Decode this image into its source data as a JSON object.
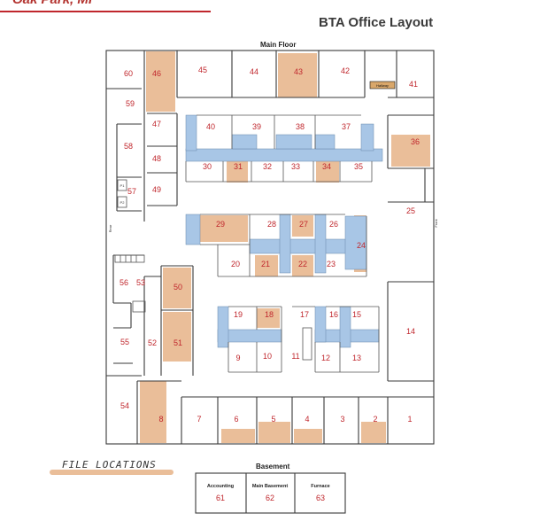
{
  "header": {
    "top_fragment": "Oak Park, MI",
    "title": "BTA Office Layout",
    "floor_title": "Main Floor"
  },
  "legend": {
    "label": "FILE LOCATIONS"
  },
  "labels": {
    "hallway": "Hallway",
    "rear": "Rear",
    "front": "Front",
    "p1": "P1",
    "p2": "P2"
  },
  "basement": {
    "title": "Basement",
    "rooms": [
      {
        "name": "Accounting",
        "number": "61"
      },
      {
        "name": "Main Basement",
        "number": "62"
      },
      {
        "name": "Furnace",
        "number": "63"
      }
    ]
  },
  "rooms": [
    {
      "id": "60",
      "file": false
    },
    {
      "id": "46",
      "file": true
    },
    {
      "id": "45",
      "file": false
    },
    {
      "id": "44",
      "file": false
    },
    {
      "id": "43",
      "file": true
    },
    {
      "id": "42",
      "file": false
    },
    {
      "id": "41",
      "file": false
    },
    {
      "id": "59",
      "file": false
    },
    {
      "id": "47",
      "file": false
    },
    {
      "id": "40",
      "file": false
    },
    {
      "id": "39",
      "file": false
    },
    {
      "id": "38",
      "file": false
    },
    {
      "id": "37",
      "file": false
    },
    {
      "id": "36",
      "file": true
    },
    {
      "id": "58",
      "file": false
    },
    {
      "id": "48",
      "file": false
    },
    {
      "id": "30",
      "file": false
    },
    {
      "id": "31",
      "file": true
    },
    {
      "id": "32",
      "file": false
    },
    {
      "id": "33",
      "file": false
    },
    {
      "id": "34",
      "file": true
    },
    {
      "id": "35",
      "file": false
    },
    {
      "id": "57",
      "file": false
    },
    {
      "id": "49",
      "file": false
    },
    {
      "id": "25",
      "file": false
    },
    {
      "id": "29",
      "file": true
    },
    {
      "id": "28",
      "file": false
    },
    {
      "id": "27",
      "file": true
    },
    {
      "id": "26",
      "file": false
    },
    {
      "id": "24",
      "file": true
    },
    {
      "id": "20",
      "file": false
    },
    {
      "id": "21",
      "file": true
    },
    {
      "id": "22",
      "file": true
    },
    {
      "id": "23",
      "file": false
    },
    {
      "id": "56",
      "file": false
    },
    {
      "id": "53",
      "file": false
    },
    {
      "id": "50",
      "file": true
    },
    {
      "id": "19",
      "file": false
    },
    {
      "id": "18",
      "file": true
    },
    {
      "id": "17",
      "file": false
    },
    {
      "id": "16",
      "file": false
    },
    {
      "id": "15",
      "file": false
    },
    {
      "id": "55",
      "file": false
    },
    {
      "id": "52",
      "file": false
    },
    {
      "id": "51",
      "file": true
    },
    {
      "id": "14",
      "file": false
    },
    {
      "id": "9",
      "file": false
    },
    {
      "id": "10",
      "file": false
    },
    {
      "id": "11",
      "file": false
    },
    {
      "id": "12",
      "file": false
    },
    {
      "id": "13",
      "file": false
    },
    {
      "id": "54",
      "file": false
    },
    {
      "id": "8",
      "file": true
    },
    {
      "id": "7",
      "file": false
    },
    {
      "id": "6",
      "file": true
    },
    {
      "id": "5",
      "file": true
    },
    {
      "id": "4",
      "file": true
    },
    {
      "id": "3",
      "file": false
    },
    {
      "id": "2",
      "file": true
    },
    {
      "id": "1",
      "file": false
    }
  ],
  "colors": {
    "room_number": "#c0272d",
    "file_highlight": "#e3a877",
    "desk": "#a8c6e6",
    "wall": "#3a3a3a"
  }
}
